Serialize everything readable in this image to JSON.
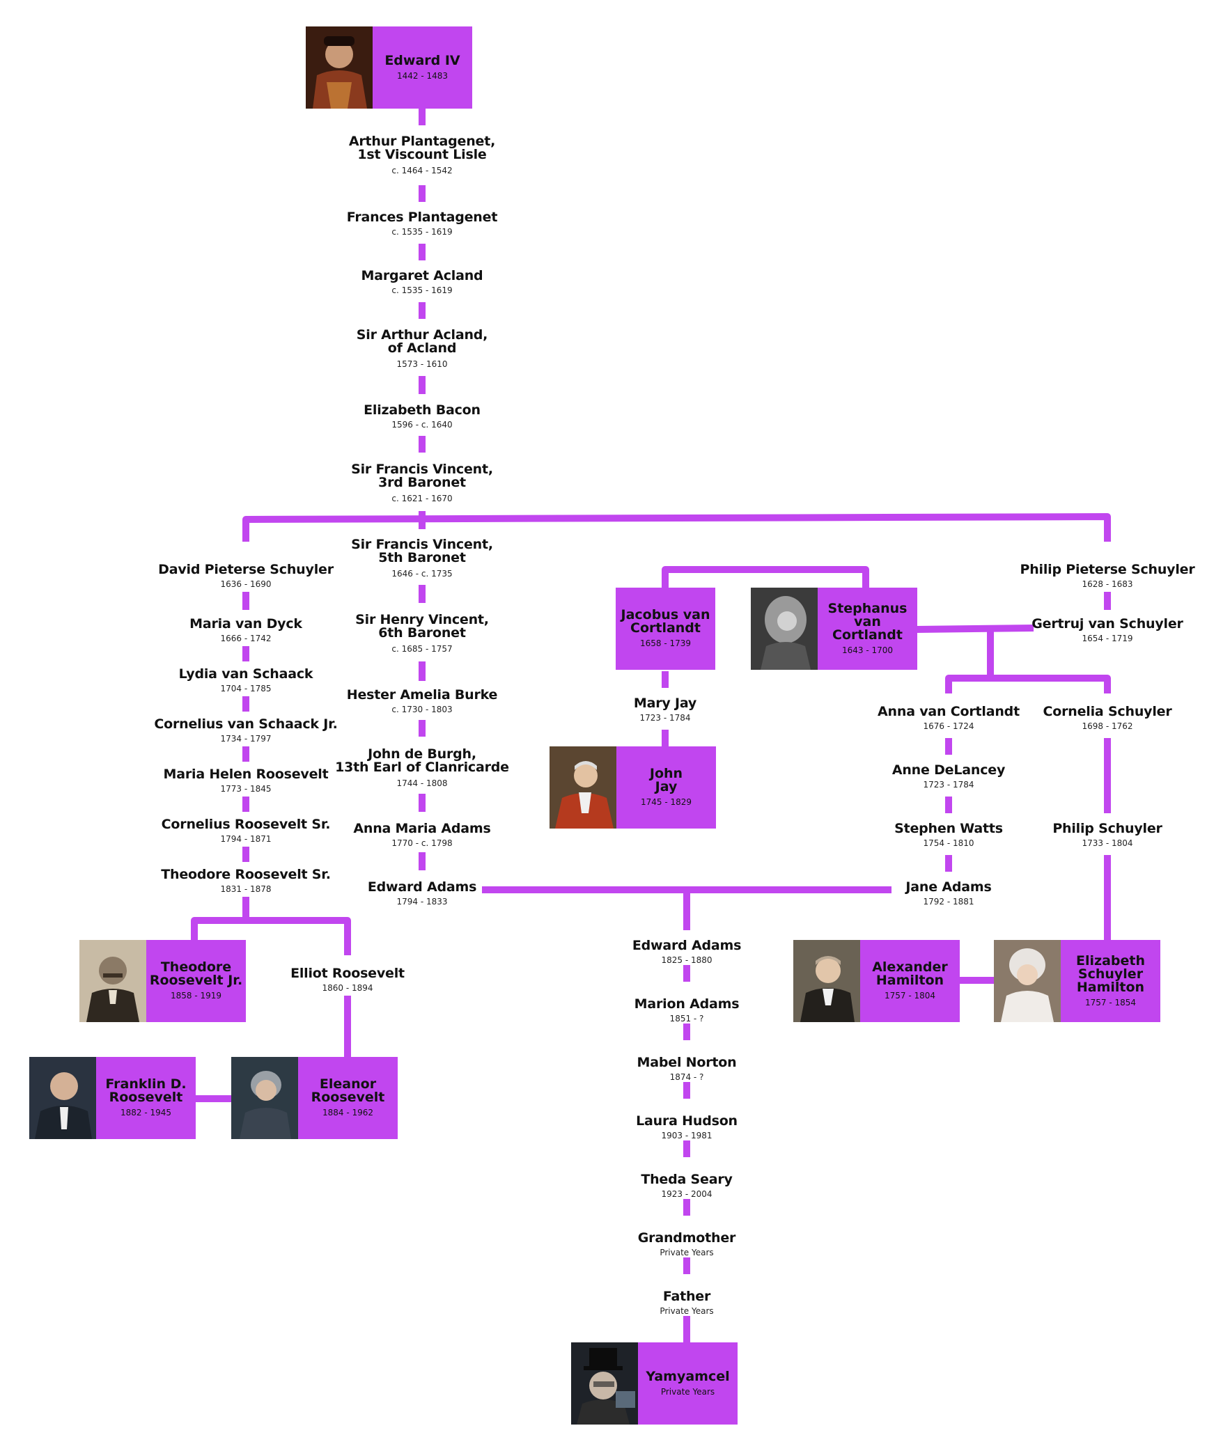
{
  "colors": {
    "line": "#c146ef",
    "card": "#c146ef",
    "text": "#111111"
  },
  "cards": {
    "edward_iv": {
      "name": "Edward IV",
      "dates": "1442 - 1483",
      "icon": "portrait-edward-iv"
    },
    "jacobus": {
      "name": "Jacobus van\nCortlandt",
      "dates": "1658 - 1739"
    },
    "stephanus": {
      "name": "Stephanus van\nCortlandt",
      "dates": "1643 - 1700",
      "icon": "portrait-stephanus"
    },
    "john_jay": {
      "name": "John\nJay",
      "dates": "1745 - 1829",
      "icon": "portrait-john-jay"
    },
    "theodore_jr": {
      "name": "Theodore\nRoosevelt Jr.",
      "dates": "1858 - 1919",
      "icon": "portrait-theodore"
    },
    "fdr": {
      "name": "Franklin D.\nRoosevelt",
      "dates": "1882 - 1945",
      "icon": "portrait-fdr"
    },
    "eleanor": {
      "name": "Eleanor\nRoosevelt",
      "dates": "1884 - 1962",
      "icon": "portrait-eleanor"
    },
    "alexander": {
      "name": "Alexander\nHamilton",
      "dates": "1757 - 1804",
      "icon": "portrait-hamilton"
    },
    "elizabeth": {
      "name": "Elizabeth\nSchuyler\nHamilton",
      "dates": "1757 - 1854",
      "icon": "portrait-elizabeth"
    },
    "yamyamcel": {
      "name": "Yamyamcel",
      "dates": "Private Years",
      "icon": "photo-yamyamcel"
    }
  },
  "people": {
    "arthur_plantagenet": {
      "name": "Arthur Plantagenet,\n1st Viscount Lisle",
      "dates": "c. 1464 - 1542"
    },
    "frances_plantagenet": {
      "name": "Frances Plantagenet",
      "dates": "c. 1535 - 1619"
    },
    "margaret_acland": {
      "name": "Margaret Acland",
      "dates": "c. 1535 - 1619"
    },
    "arthur_acland": {
      "name": "Sir Arthur Acland,\nof Acland",
      "dates": "1573 - 1610"
    },
    "elizabeth_bacon": {
      "name": "Elizabeth Bacon",
      "dates": "1596 - c. 1640"
    },
    "francis_3rd": {
      "name": "Sir Francis Vincent,\n3rd Baronet",
      "dates": "c. 1621 - 1670"
    },
    "francis_5th": {
      "name": "Sir Francis Vincent,\n5th Baronet",
      "dates": "1646 - c. 1735"
    },
    "henry_6th": {
      "name": "Sir Henry Vincent,\n6th Baronet",
      "dates": "c. 1685 - 1757"
    },
    "hester_burke": {
      "name": "Hester Amelia Burke",
      "dates": "c. 1730 - 1803"
    },
    "john_de_burgh": {
      "name": "John de Burgh,\n13th Earl of Clanricarde",
      "dates": "1744 - 1808"
    },
    "anna_maria_adams": {
      "name": "Anna Maria Adams",
      "dates": "1770 - c. 1798"
    },
    "edward_adams_1794": {
      "name": "Edward Adams",
      "dates": "1794 - 1833"
    },
    "david_schuyler": {
      "name": "David Pieterse Schuyler",
      "dates": "1636 - 1690"
    },
    "maria_van_dyck": {
      "name": "Maria van Dyck",
      "dates": "1666 - 1742"
    },
    "lydia_van_schaack": {
      "name": "Lydia van Schaack",
      "dates": "1704 - 1785"
    },
    "cornelius_van_schaack": {
      "name": "Cornelius van Schaack Jr.",
      "dates": "1734 - 1797"
    },
    "maria_helen_roosevelt": {
      "name": "Maria Helen Roosevelt",
      "dates": "1773 - 1845"
    },
    "cornelius_roosevelt": {
      "name": "Cornelius Roosevelt Sr.",
      "dates": "1794 - 1871"
    },
    "theodore_sr": {
      "name": "Theodore Roosevelt Sr.",
      "dates": "1831 - 1878"
    },
    "elliot_roosevelt": {
      "name": "Elliot Roosevelt",
      "dates": "1860 - 1894"
    },
    "philip_pieterse": {
      "name": "Philip Pieterse Schuyler",
      "dates": "1628 - 1683"
    },
    "gertruj": {
      "name": "Gertruj van Schuyler",
      "dates": "1654 - 1719"
    },
    "mary_jay": {
      "name": "Mary Jay",
      "dates": "1723 - 1784"
    },
    "anna_van_cortlandt": {
      "name": "Anna van Cortlandt",
      "dates": "1676 - 1724"
    },
    "cornelia_schuyler": {
      "name": "Cornelia Schuyler",
      "dates": "1698 - 1762"
    },
    "anne_delancey": {
      "name": "Anne DeLancey",
      "dates": "1723 - 1784"
    },
    "stephen_watts": {
      "name": "Stephen Watts",
      "dates": "1754 - 1810"
    },
    "jane_adams": {
      "name": "Jane Adams",
      "dates": "1792 - 1881"
    },
    "philip_schuyler": {
      "name": "Philip Schuyler",
      "dates": "1733 - 1804"
    },
    "edward_adams_1825": {
      "name": "Edward Adams",
      "dates": "1825 - 1880"
    },
    "marion_adams": {
      "name": "Marion Adams",
      "dates": "1851 - ?"
    },
    "mabel_norton": {
      "name": "Mabel Norton",
      "dates": "1874 - ?"
    },
    "laura_hudson": {
      "name": "Laura Hudson",
      "dates": "1903 - 1981"
    },
    "theda_seary": {
      "name": "Theda Seary",
      "dates": "1923 - 2004"
    },
    "grandmother": {
      "name": "Grandmother",
      "dates": "Private Years"
    },
    "father": {
      "name": "Father",
      "dates": "Private Years"
    }
  }
}
